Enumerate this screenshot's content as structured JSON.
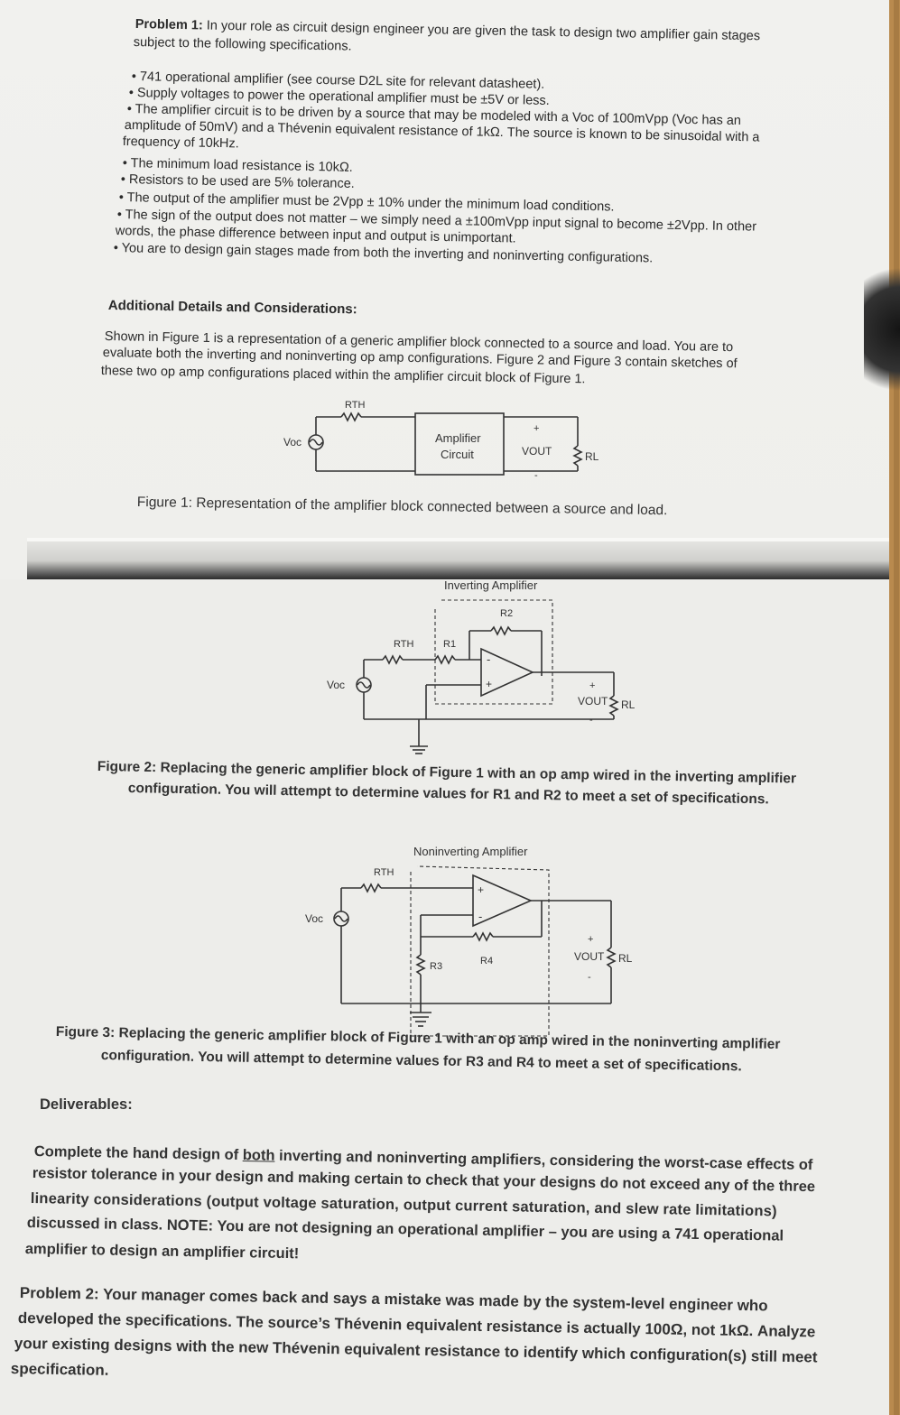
{
  "problem1": {
    "label": "Problem 1:",
    "intro_line1": "In your role as circuit design engineer you are given the task to design two amplifier gain stages",
    "intro_line2": "subject to the following specifications.",
    "bullets": [
      "741 operational amplifier (see course D2L site for relevant datasheet).",
      "Supply voltages to power the operational amplifier must be ±5V or less.",
      "The amplifier circuit is to be driven by a source that may be modeled with a Voc of 100mVpp (Voc has an",
      "amplitude of 50mV) and a Thévenin equivalent resistance of 1kΩ. The source is known to be sinusoidal with a",
      "frequency of 10kHz.",
      "The minimum load resistance is 10kΩ.",
      "Resistors to be used are 5% tolerance.",
      "The output of the amplifier must be 2Vpp ± 10% under the minimum load conditions.",
      "The sign of the output does not matter – we simply need a ±100mVpp input signal to become ±2Vpp. In other",
      "words, the phase difference between input and output is unimportant.",
      "You are to design gain stages made from both the inverting and noninverting configurations."
    ]
  },
  "additional": {
    "heading": "Additional Details and Considerations:",
    "line1": "Shown in Figure 1 is a representation of a generic amplifier block connected to a source and load. You are to",
    "line2": "evaluate both the inverting and noninverting op amp configurations. Figure 2 and Figure 3 contain sketches of",
    "line3": "these two op amp configurations placed within the amplifier circuit block of Figure 1."
  },
  "figure1": {
    "rth": "RTH",
    "voc": "Voc",
    "block_line1": "Amplifier",
    "block_line2": "Circuit",
    "plus": "+",
    "minus": "-",
    "vout": "VOUT",
    "rl": "RL",
    "caption": "Figure 1: Representation of the amplifier block connected between a source and load."
  },
  "figure2": {
    "title": "Inverting Amplifier",
    "r2": "R2",
    "rth": "RTH",
    "r1": "R1",
    "voc": "Voc",
    "opamp_minus": "-",
    "opamp_plus": "+",
    "out_plus": "+",
    "out_minus": "-",
    "vout": "VOUT",
    "rl": "RL",
    "caption_line1": "Figure 2: Replacing the generic amplifier block of Figure 1 with an op amp wired in the inverting amplifier",
    "caption_line2": "configuration. You will attempt to determine values for R1 and R2 to meet a set of specifications."
  },
  "figure3": {
    "title": "Noninverting Amplifier",
    "rth": "RTH",
    "voc": "Voc",
    "opamp_plus": "+",
    "opamp_minus": "-",
    "r3": "R3",
    "r4": "R4",
    "out_plus": "+",
    "out_minus": "-",
    "vout": "VOUT",
    "rl": "RL",
    "caption_line1": "Figure 3: Replacing the generic amplifier block of Figure 1 with an op amp wired in the noninverting amplifier",
    "caption_line2": "configuration. You will attempt to determine values for R3 and R4 to meet a set of specifications."
  },
  "deliverables": {
    "heading": "Deliverables:",
    "line1_a": "Complete the hand design of ",
    "line1_u": "both",
    "line1_b": " inverting and noninverting amplifiers, considering the worst-case effects of",
    "line2": "resistor tolerance in your design and making certain to check that your designs do not exceed any of the three",
    "line3": "linearity considerations (output voltage saturation, output current saturation, and slew rate limitations)",
    "line4": "discussed in class. NOTE: You are not designing an operational amplifier – you are using a 741 operational",
    "line5": "amplifier to design an amplifier circuit!"
  },
  "problem2": {
    "label": "Problem 2:",
    "line1": "Your manager comes back and says a mistake was made by the system-level engineer who",
    "line2": "developed the specifications. The source’s Thévenin equivalent resistance is actually 100Ω, not 1kΩ. Analyze",
    "line3": "your existing designs with the new Thévenin equivalent resistance to identify which configuration(s) still meet",
    "line4": "specification."
  }
}
